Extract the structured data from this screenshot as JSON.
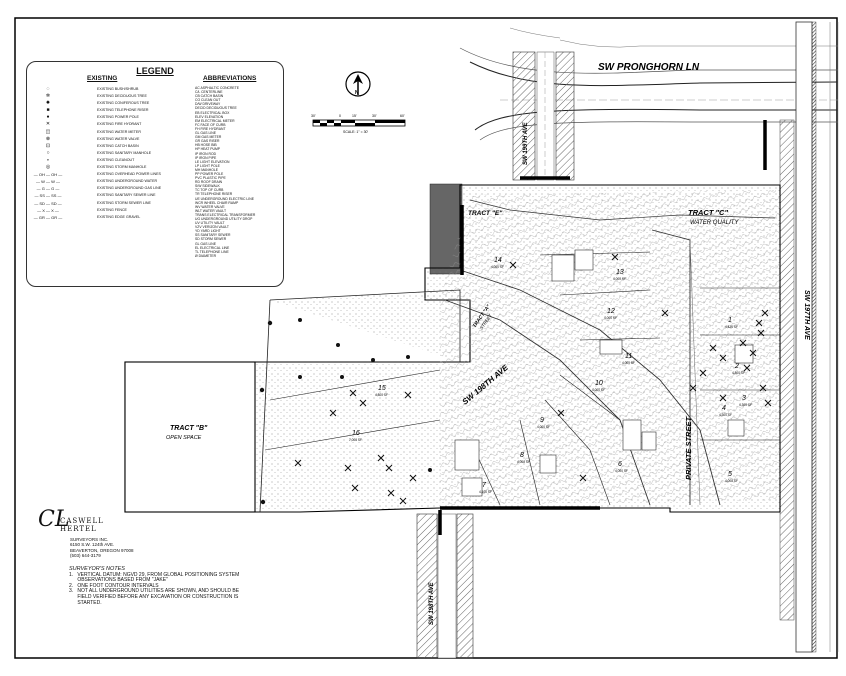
{
  "legend": {
    "title": "LEGEND",
    "existing_head": "EXISTING",
    "abbr_head": "ABBREVIATIONS",
    "items": [
      "EXISTING BUSH/SHRUB",
      "EXISTING DECIDUOUS TREE",
      "EXISTING CONIFEROUS TREE",
      "EXISTING TELEPHONE RISER",
      "EXISTING POWER POLE",
      "EXISTING FIRE HYDRANT",
      "EXISTING WATER METER",
      "EXISTING WATER VALVE",
      "EXISTING CATCH BASIN",
      "EXISTING SANITARY MANHOLE",
      "EXISTING CLEANOUT",
      "EXISTING STORM MANHOLE",
      "EXISTING OVERHEAD POWER LINES",
      "EXISTING UNDERGROUND WATER",
      "EXISTING UNDERGROUND GAS LINE",
      "EXISTING SANITARY SEWER LINE",
      "EXISTING STORM SEWER LINE",
      "EXISTING FENCE",
      "EXISTING EDGE GRAVEL"
    ],
    "line_codes": [
      "OH",
      "W",
      "G",
      "SS",
      "SD",
      "X",
      "GR"
    ],
    "abbreviations": [
      "AC    ASPHALTIC CONCRETE",
      "C/L   CENTERLINE",
      "CB    CATCH BASIN",
      "CO    CLEAN OUT",
      "D/W   DRIVEWAY",
      "DECID DECIDUOUS TREE",
      "EB    ELECTRICAL BOX",
      "ELEV  ELEVATION",
      "EM    ELECTRICAL METER",
      "FC    FACE OF CURB",
      "FH    FIRE HYDRANT",
      "GL    GAS LINE",
      "GM    GAS METER",
      "GR    GAS RISER",
      "HB    HOSE BIB",
      "HP    HEAT PUMP",
      "IP    IRON ROD",
      "IP    IRON PIPE",
      "LE    LIGHT ELEVATION",
      "LP    LIGHT POLE",
      "MH    MANHOLE",
      "PP    POWER POLE",
      "PVC   PLASTIC PIPE",
      "RD    ROOF DRAIN",
      "S/W   SIDEWALK",
      "TC    TOP OF CURB",
      "TR    TELEPHONE RISER",
      "UE    UNDERGROUND ELECTRIC LINE",
      "WCR   WHEEL CHAIR RAMP",
      "WV    WATER VALVE",
      "WLT   WATER VAULT",
      "TRANS ELECTRICAL TRANSFORMER",
      "UG    UNDERGROUND UTILITY DROP",
      "UV    UTILITY VAULT",
      "VZV   VERIZON VAULT",
      "YD    YARD LIGHT",
      "SS    SANITARY SEWER",
      "SD    STORM SEWER",
      "GL    GAS LINE",
      "EL    ELECTRICAL LINE",
      "TL    TELEPHONE LINE",
      "Ø     DIAMETER"
    ]
  },
  "north_arrow": {
    "letter": "N"
  },
  "scale_bar": {
    "ticks": [
      "30'",
      "0",
      "15'",
      "30'",
      "60'"
    ],
    "label": "SCALE: 1\" = 30'"
  },
  "streets": {
    "pronghorn": "SW PRONGHORN LN",
    "sw_199th": "SW 199TH AVE",
    "sw_197th": "SW 197TH AVE",
    "sw_198th": "SW 198TH AVE",
    "private_street": "PRIVATE STREET",
    "sw_198_east": "SW 198TH AVE"
  },
  "tracts": {
    "b_title": "TRACT \"B\"",
    "b_sub": "OPEN SPACE",
    "c_title": "TRACT \"C\"",
    "c_sub": "WATER QUALITY",
    "e_title": "TRACT \"E\"",
    "a_title": "TRACT \"A\"",
    "a_sub": "STREET"
  },
  "lots": [
    {
      "num": "1",
      "area": "4,426 SF"
    },
    {
      "num": "2",
      "area": "4,800 SF"
    },
    {
      "num": "3",
      "area": "4,300 SF"
    },
    {
      "num": "4",
      "area": "4,300 SF"
    },
    {
      "num": "5",
      "area": "4,008 SF"
    },
    {
      "num": "6",
      "area": "4,000 SF"
    },
    {
      "num": "7",
      "area": "4,100 SF"
    },
    {
      "num": "8",
      "area": "4,000 SF"
    },
    {
      "num": "9",
      "area": "4,000 SF"
    },
    {
      "num": "10",
      "area": "4,000 SF"
    },
    {
      "num": "11",
      "area": "4,000 SF"
    },
    {
      "num": "12",
      "area": "4,000 SF"
    },
    {
      "num": "13",
      "area": "4,000 SF"
    },
    {
      "num": "14",
      "area": "4,000 SF"
    },
    {
      "num": "15",
      "area": "4,800 SF"
    },
    {
      "num": "16",
      "area": "7,000 SF"
    }
  ],
  "company": {
    "mark": "CL",
    "name_line1": "CASWELL",
    "name_line2": "HERTEL",
    "address": [
      "SURVEYORS INC.",
      "6150 S.W. 124th AVE.",
      "BEAVERTON, OREGON 97008",
      "(503) 644-3179"
    ]
  },
  "notes": {
    "title": "SURVEYOR'S NOTES",
    "lines": [
      "1.   VERTICAL DATUM: NGVD 29, FROM GLOBAL POSITIONING SYSTEM",
      "      OBSERVATIONS BASED FROM \"JAKE\"",
      "2.   ONE FOOT CONTOUR INTERVALS",
      "3.   NOT ALL UNDERGROUND UTILITIES ARE SHOWN, AND SHOULD BE",
      "      FIELD VERIFIED BEFORE ANY EXCAVATION OR CONSTRUCTION IS",
      "      STARTED."
    ]
  }
}
